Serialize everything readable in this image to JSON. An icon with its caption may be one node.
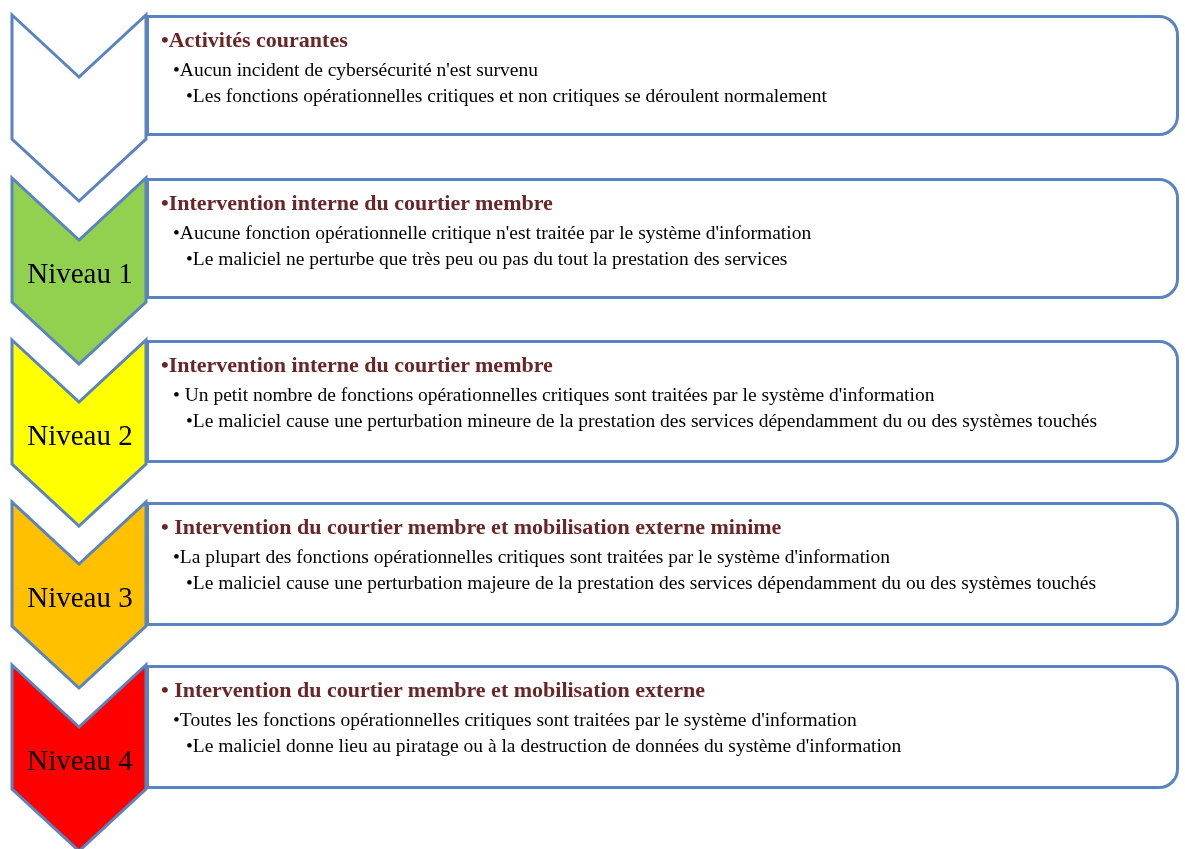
{
  "diagram": {
    "nodes": [
      {
        "text": [],
        "shape": "chevron"
      },
      {
        "text": [
          "•Activités courantes",
          "•Aucun incident de cybersécurité n'est survenu",
          "•Les fonctions opérationnelles critiques et non critiques se déroulent normalement"
        ]
      },
      {
        "text": [
          "Niveau 1"
        ]
      },
      {
        "text": [
          "•Intervention interne du courtier membre",
          "•Aucune fonction opérationnelle critique n'est traitée par le système d'information",
          "•Le maliciel ne perturbe que très peu ou pas du tout la prestation des services"
        ]
      },
      {
        "text": [
          "Niveau 2"
        ]
      },
      {
        "text": [
          "•Intervention interne du courtier membre",
          "• Un petit nombre de fonctions opérationnelles critiques sont traitées par le système d'information",
          "•Le maliciel cause une perturbation mineure de la prestation des services dépendamment du ou des systèmes touchés"
        ]
      },
      {
        "text": [
          "Niveau 3"
        ]
      },
      {
        "text": [
          "• Intervention du courtier membre et mobilisation externe minime",
          "•La plupart des fonctions opérationnelles critiques sont traitées par le système d'information",
          "•Le maliciel cause une perturbation majeure de la prestation des services dépendamment du ou des systèmes touchés"
        ]
      },
      {
        "text": [
          "Niveau 4"
        ]
      },
      {
        "text": [
          "• Intervention du courtier membre et mobilisation externe",
          "•Toutes les fonctions opérationnelles critiques sont traitées par le système d'information",
          "•Le maliciel donne lieu au piratage ou à la destruction de données du système d'information"
        ]
      }
    ]
  }
}
